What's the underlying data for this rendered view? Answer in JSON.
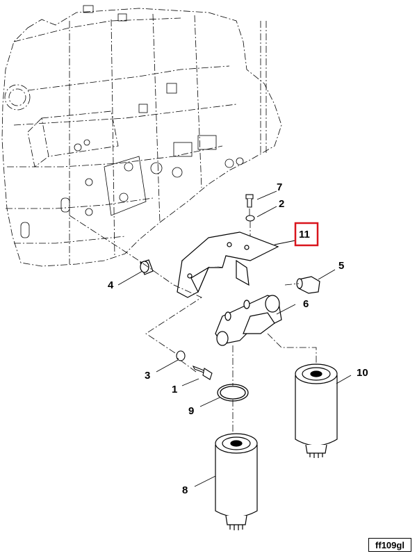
{
  "diagram": {
    "callouts": [
      "1",
      "2",
      "3",
      "4",
      "5",
      "6",
      "7",
      "8",
      "9",
      "10",
      "11"
    ],
    "highlighted_callout": "11",
    "highlight_color": "#d9141c",
    "reference_code": "ff109gl"
  }
}
